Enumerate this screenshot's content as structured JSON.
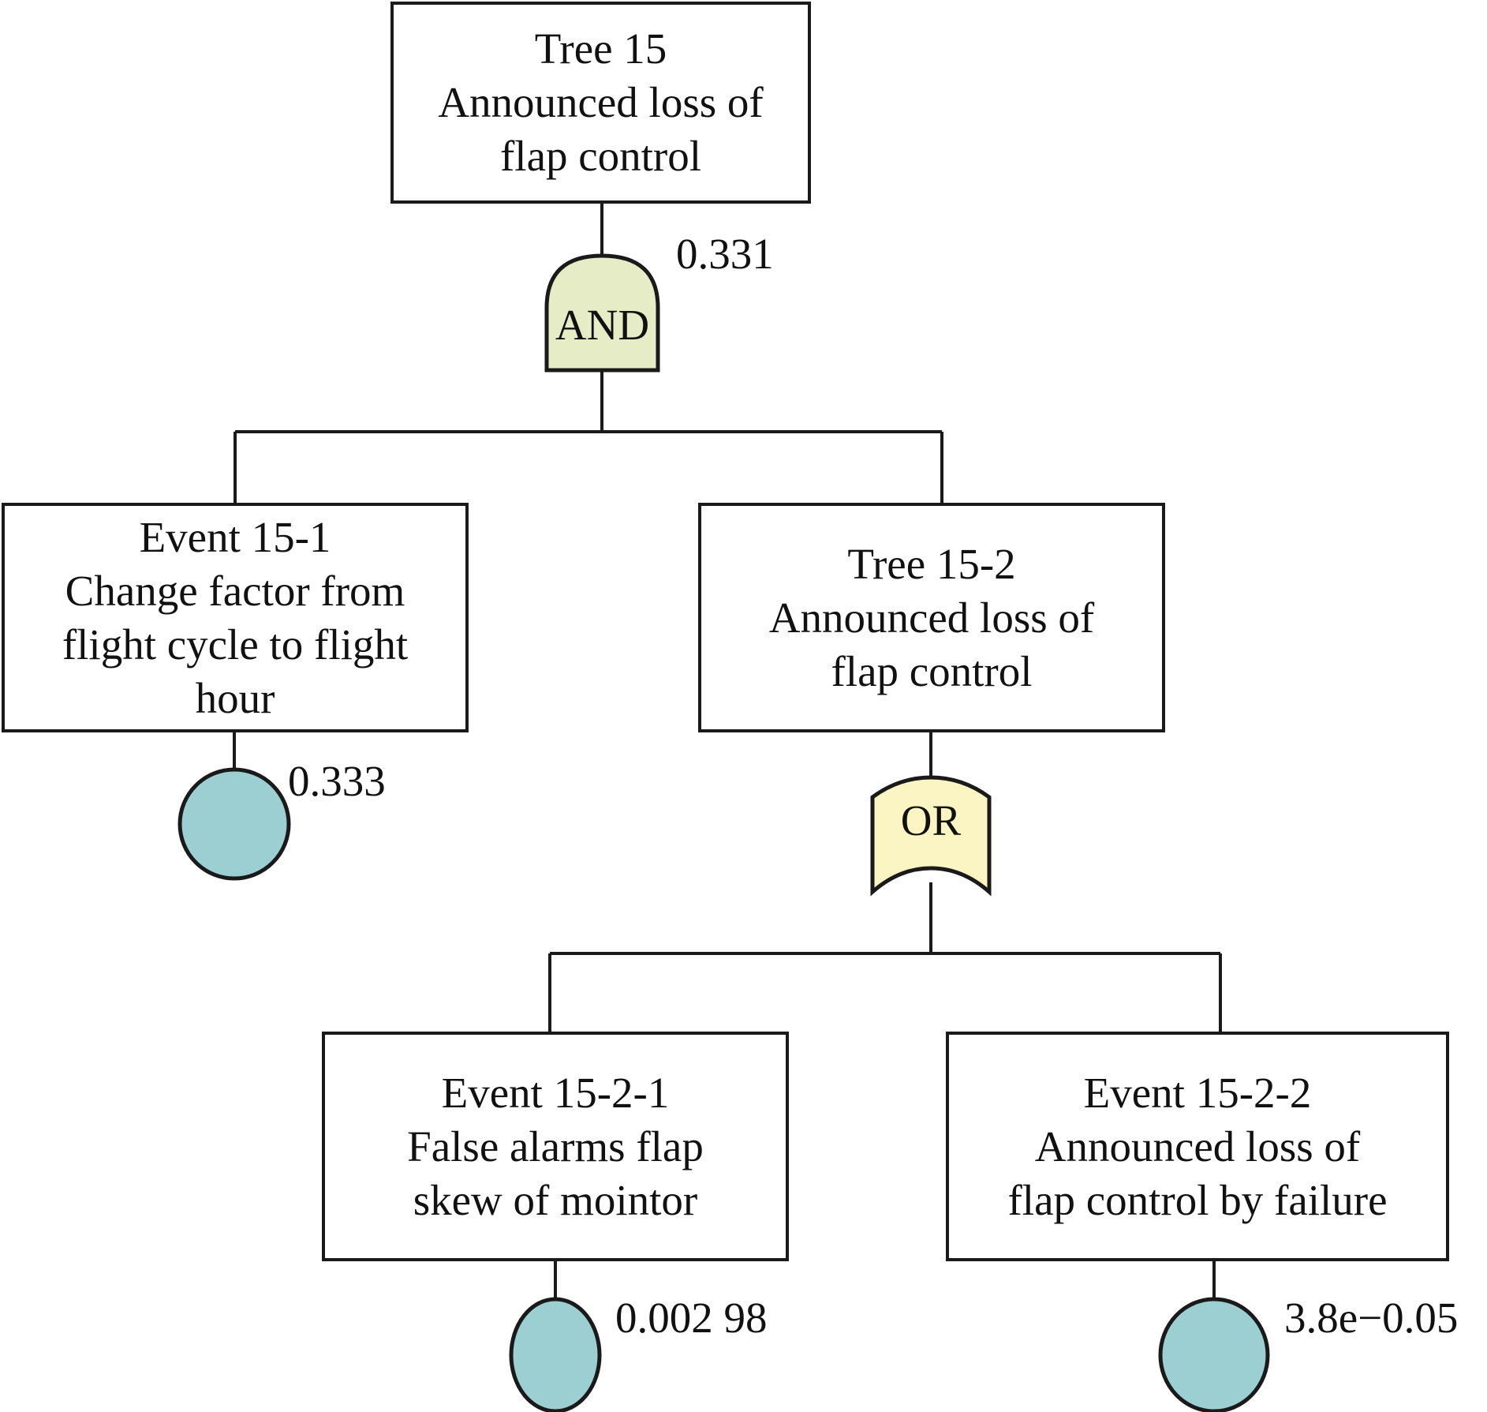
{
  "colors": {
    "line": "#1a1a1a",
    "and_gate_fill": "#e5ecc6",
    "or_gate_fill": "#fbf5c4",
    "basic_event_fill": "#9ccfd2"
  },
  "nodes": {
    "top": {
      "lines": [
        "Tree 15",
        "Announced loss of",
        "flap control"
      ]
    },
    "event_15_1": {
      "lines": [
        "Event 15-1",
        "Change factor from",
        "flight cycle to flight",
        "hour"
      ]
    },
    "tree_15_2": {
      "lines": [
        "Tree 15-2",
        "Announced loss of",
        "flap control"
      ]
    },
    "event_15_2_1": {
      "lines": [
        "Event 15-2-1",
        "False alarms flap",
        "skew of mointor"
      ]
    },
    "event_15_2_2": {
      "lines": [
        "Event 15-2-2",
        "Announced loss of",
        "flap control by failure"
      ]
    }
  },
  "gates": {
    "and": {
      "label": "AND",
      "probability": "0.331"
    },
    "or": {
      "label": "OR"
    }
  },
  "basic_events": {
    "event_15_1": {
      "probability": "0.333"
    },
    "event_15_2_1": {
      "probability": "0.002 98"
    },
    "event_15_2_2": {
      "probability": "3.8e−0.05"
    }
  }
}
